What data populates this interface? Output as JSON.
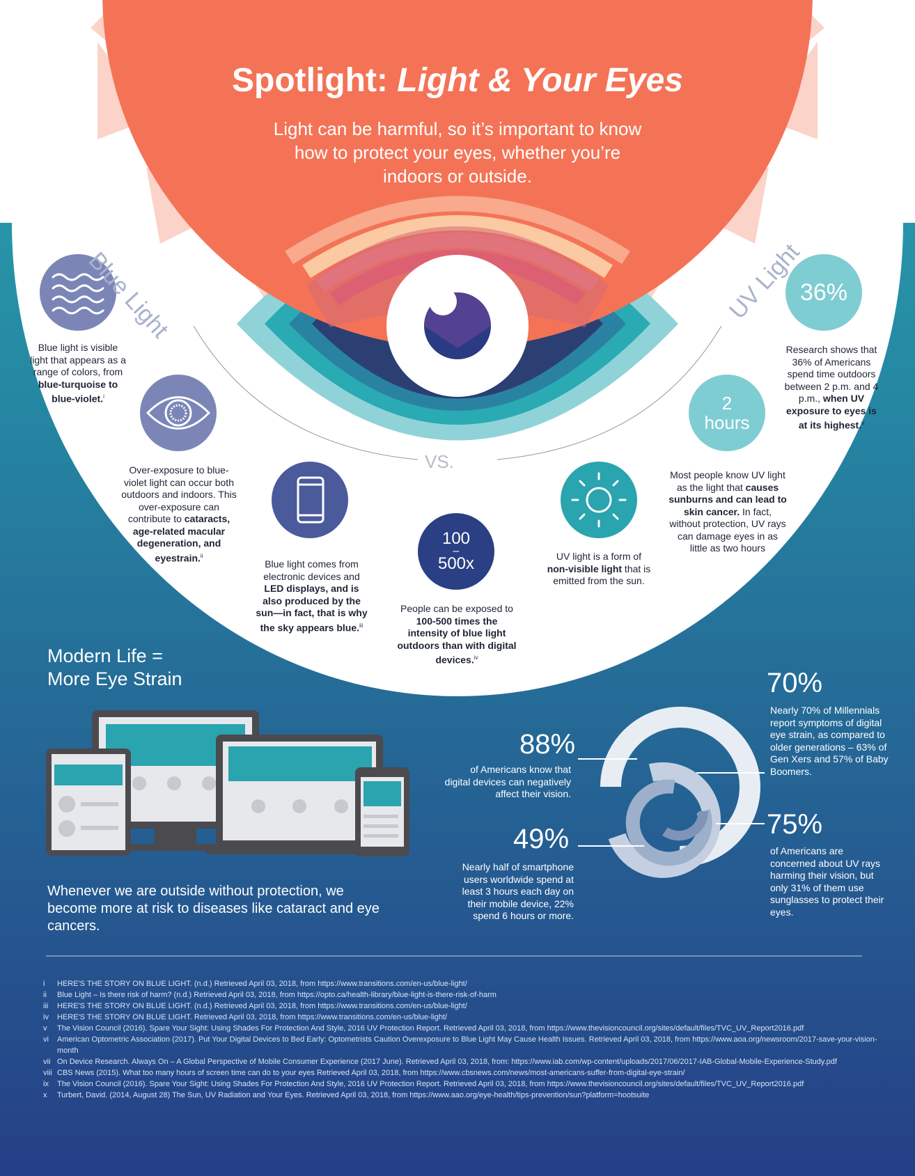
{
  "header": {
    "title_prefix": "Spotlight: ",
    "title_emph": "Light & Your Eyes",
    "subtitle": "Light can be harmful, so it’s important to know how to protect your eyes, whether you’re indoors or outside."
  },
  "labels": {
    "blue_light": "Blue Light",
    "uv_light": "UV Light",
    "vs": "VS."
  },
  "blue": {
    "item1": {
      "pre": "Blue light is visible light that appears as a range of colors, from ",
      "bold": "blue-turquoise to blue-violet.",
      "sup": "i"
    },
    "item2": {
      "pre": "Over-exposure to blue-violet light can occur both outdoors and indoors. This over-exposure can contribute to ",
      "bold": "cataracts, age-related macular degeneration, and eyestrain.",
      "sup": "ii"
    },
    "item3": {
      "pre": "Blue light comes from electronic devices and ",
      "bold": "LED displays, and is also produced by the sun—in fact, that is why the sky appears blue.",
      "sup": "iii"
    },
    "item4_stat_top": "100",
    "item4_stat_dash": "–",
    "item4_stat_bottom": "500x",
    "item4": {
      "pre": "People can be exposed to ",
      "bold": "100-500 times the intensity of blue light outdoors than with digital devices.",
      "sup": "iv"
    }
  },
  "uv": {
    "item1": {
      "pre": "UV light is a form of ",
      "bold": "non-visible light",
      "post": " that is emitted from the sun."
    },
    "item2_stat_top": "2",
    "item2_stat_bottom": "hours",
    "item2": {
      "pre": "Most people know UV light as the light that ",
      "bold": "causes sunburns and can lead to skin cancer.",
      "post": " In fact, without protection, UV rays can damage eyes in as little as two hours"
    },
    "item3_stat": "36%",
    "item3": {
      "pre": "Research shows that 36% of Americans spend time outdoors between 2 p.m. and 4 p.m., ",
      "bold": "when UV exposure to eyes is at its highest.",
      "sup": "v"
    }
  },
  "modern": {
    "title_line1": "Modern Life =",
    "title_line2": "More Eye Strain",
    "bottom_text": "Whenever we are outside without protection, we become more at risk to diseases like cataract and eye cancers."
  },
  "stats": {
    "s88": {
      "value": "88%",
      "text": "of Americans know that digital devices can negatively affect their vision."
    },
    "s49": {
      "value": "49%",
      "text": "Nearly half of smartphone users worldwide spend at least 3 hours each day on their mobile device, 22% spend 6 hours or more."
    },
    "s70": {
      "value": "70%",
      "text": "Nearly 70% of Millennials report symptoms of digital eye strain, as compared to older generations – 63% of Gen Xers and 57% of Baby Boomers."
    },
    "s75": {
      "value": "75%",
      "text": "of Americans are concerned about UV rays harming their vision, but only 31% of them use sunglasses to protect their eyes."
    }
  },
  "references": [
    {
      "num": "i",
      "text": "HERE'S THE STORY ON BLUE LIGHT. (n.d.) Retrieved April 03, 2018, from https://www.transitions.com/en-us/blue-light/"
    },
    {
      "num": "ii",
      "text": "Blue Light – Is there risk of harm? (n.d.) Retrieved April 03, 2018, from https://opto.ca/health-library/blue-light-is-there-risk-of-harm"
    },
    {
      "num": "iii",
      "text": "HERE'S THE STORY ON BLUE LIGHT. (n.d.) Retrieved April 03, 2018, from https://www.transitions.com/en-us/blue-light/"
    },
    {
      "num": "iv",
      "text": "HERE'S THE STORY ON BLUE LIGHT. Retrieved April 03, 2018, from https://www.transitions.com/en-us/blue-light/"
    },
    {
      "num": "v",
      "text": "The Vision Council (2016). Spare Your Sight: Using Shades For Protection And Style, 2016 UV Protection Report. Retrieved April 03, 2018, from https://www.thevisioncouncil.org/sites/default/files/TVC_UV_Report2016.pdf"
    },
    {
      "num": "vi",
      "text": "American Optometric Association (2017). Put Your Digital Devices to Bed Early: Optometrists Caution Overexposure to Blue Light May Cause Health Issues. Retrieved April 03, 2018, from https://www.aoa.org/newsroom/2017-save-your-vision-month"
    },
    {
      "num": "vii",
      "text": "On Device Research. Always On – A Global Perspective of Mobile Consumer Experience (2017 June). Retrieved April 03, 2018, from: https://www.iab.com/wp-content/uploads/2017/06/2017-IAB-Global-Mobile-Experience-Study.pdf"
    },
    {
      "num": "viii",
      "text": "CBS News (2015). What too many hours of screen time can do to your eyes Retrieved April 03, 2018, from https://www.cbsnews.com/news/most-americans-suffer-from-digital-eye-strain/"
    },
    {
      "num": "ix",
      "text": "The Vision Council (2016). Spare Your Sight: Using Shades For Protection And Style, 2016 UV Protection Report. Retrieved April 03, 2018, from https://www.thevisioncouncil.org/sites/default/files/TVC_UV_Report2016.pdf"
    },
    {
      "num": "x",
      "text": "Turbert, David. (2014, August 28) The Sun, UV Radiation and Your Eyes. Retrieved April 03, 2018, from https://www.aao.org/eye-health/tips-prevention/sun?platform=hootsuite"
    }
  ],
  "colors": {
    "coral": "#f47356",
    "peach": "#fbd3c9",
    "teal": "#2aa4ae",
    "navy": "#233b7a",
    "light_teal": "#7ecdd3",
    "slate": "#7b86b7"
  }
}
